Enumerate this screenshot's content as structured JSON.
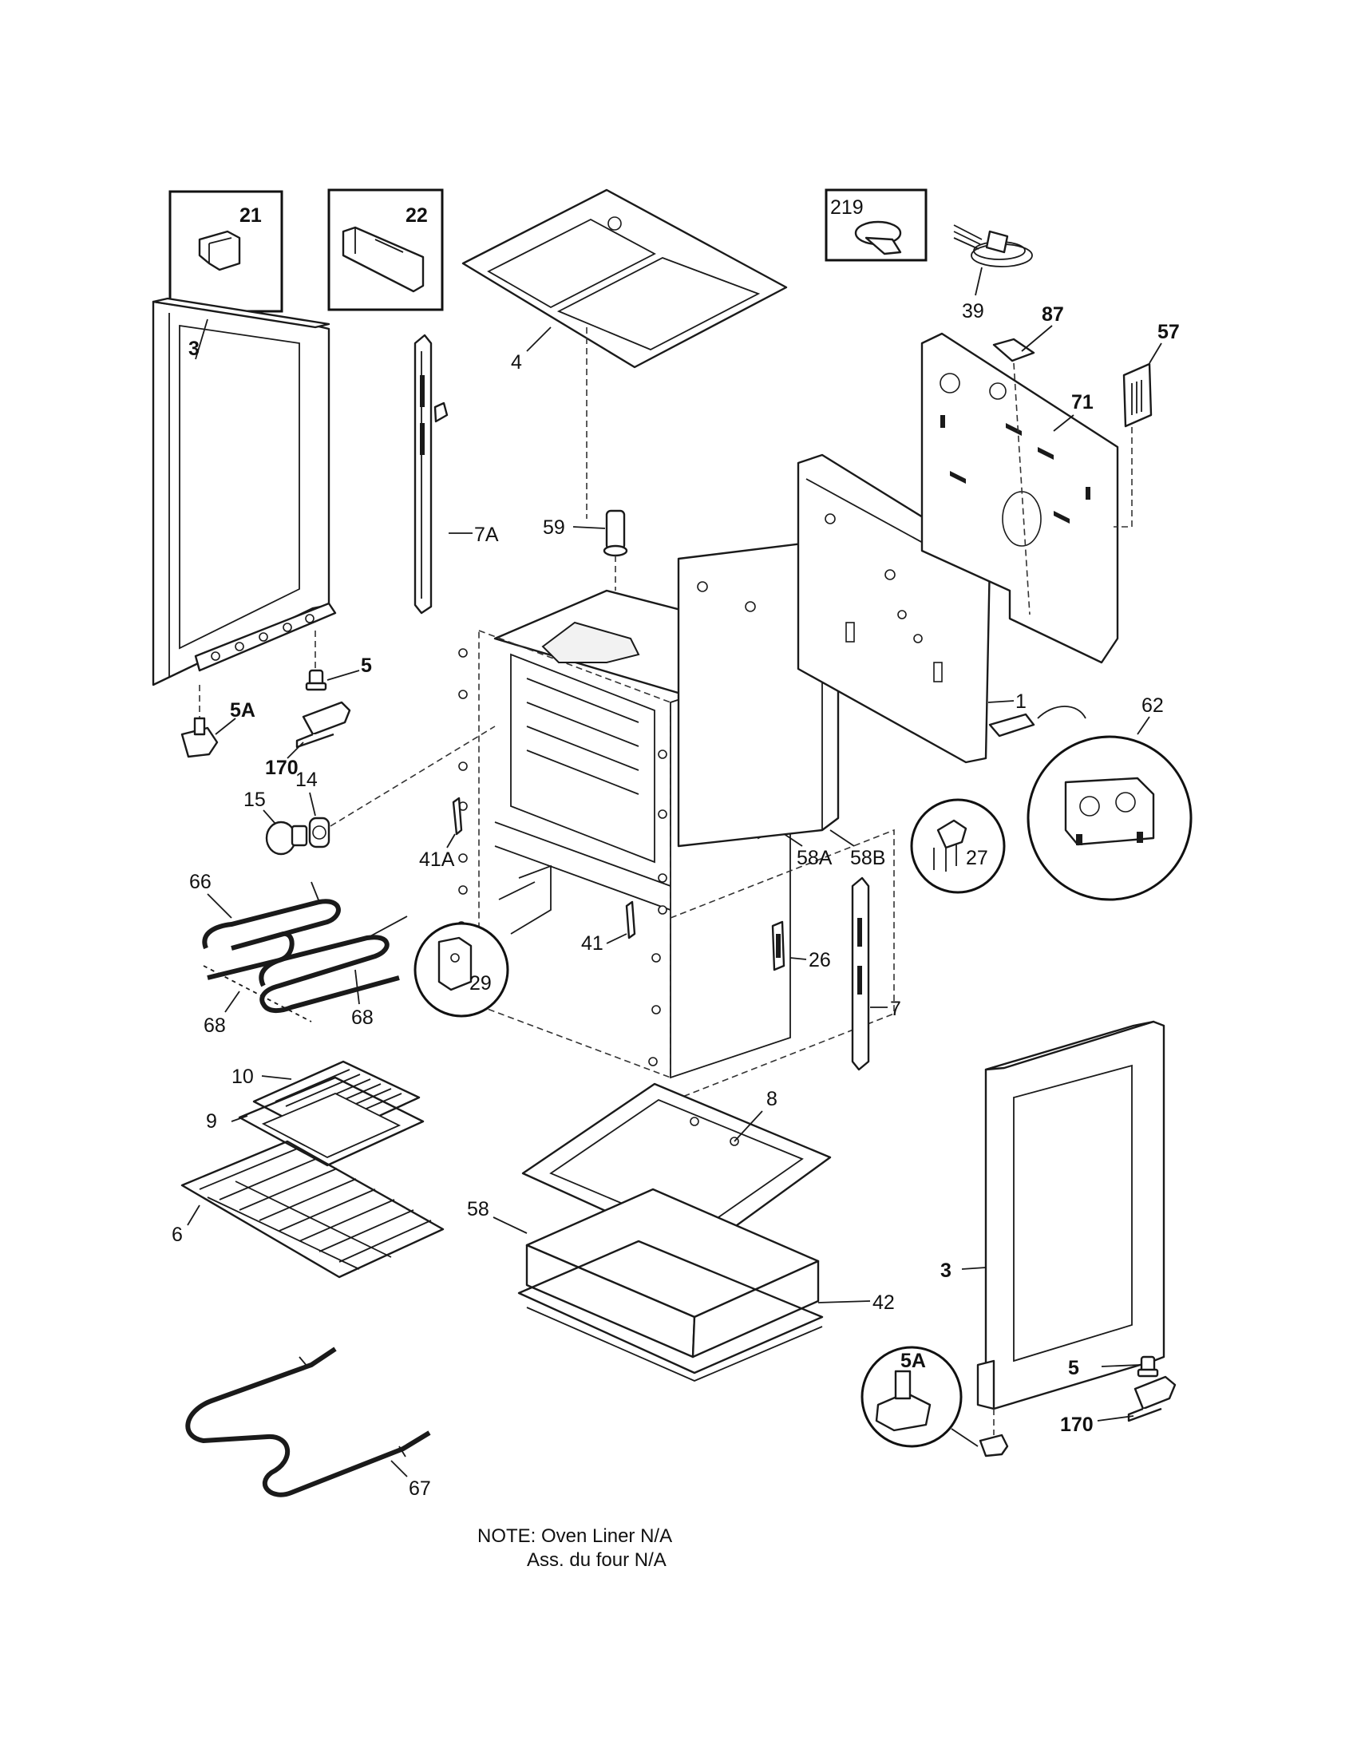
{
  "labels": {
    "l21": "21",
    "l22": "22",
    "l219": "219",
    "l39": "39",
    "l87": "87",
    "l57": "57",
    "l71": "71",
    "l3a": "3",
    "l4": "4",
    "l7A": "7A",
    "l59": "59",
    "l5a": "5",
    "l5Aa": "5A",
    "l170a": "170",
    "l15": "15",
    "l14": "14",
    "l41A": "41A",
    "l1": "1",
    "l62": "62",
    "l58A": "58A",
    "l58B": "58B",
    "l27": "27",
    "l66": "66",
    "l68a": "68",
    "l68b": "68",
    "l29": "29",
    "l41": "41",
    "l26": "26",
    "l7": "7",
    "l10": "10",
    "l9": "9",
    "l6": "6",
    "l8": "8",
    "l58": "58",
    "l42": "42",
    "l3b": "3",
    "l5Ab": "5A",
    "l5b": "5",
    "l170b": "170",
    "l67": "67"
  },
  "note": {
    "line1": "NOTE: Oven Liner N/A",
    "line2": "Ass. du four N/A"
  }
}
